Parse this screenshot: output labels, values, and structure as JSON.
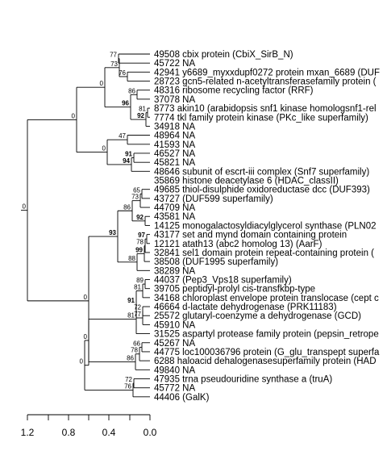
{
  "tree": {
    "scale_ticks": [
      "1.2",
      "0.8",
      "0.4",
      "0.0"
    ],
    "leaves": [
      {
        "id": "L1",
        "label": "49508 cbix protein (CbiX_SirB_N)"
      },
      {
        "id": "L2",
        "label": "45722 NA"
      },
      {
        "id": "L3",
        "label": "42941 y6689_myxxdupf0272 protein mxan_6689 (DUF"
      },
      {
        "id": "L4",
        "label": "28723 gcn5-related n-acetyltransferasefamily protein ("
      },
      {
        "id": "L5",
        "label": "48316 ribosome recycling factor (RRF)"
      },
      {
        "id": "L6",
        "label": "37078 NA"
      },
      {
        "id": "L7",
        "label": "8773 akin10 (arabidopsis snf1 kinase homologsnf1-rel"
      },
      {
        "id": "L8",
        "label": "7774 tkl family protein kinase (PKc_like superfamily)"
      },
      {
        "id": "L9",
        "label": "34918 NA"
      },
      {
        "id": "L10",
        "label": "48964 NA"
      },
      {
        "id": "L11",
        "label": "41593 NA"
      },
      {
        "id": "L12",
        "label": "46527 NA"
      },
      {
        "id": "L13",
        "label": "45821 NA"
      },
      {
        "id": "L14",
        "label": "48646 subunit of escrt-iii complex (Snf7 superfamily)"
      },
      {
        "id": "L15",
        "label": "35869 histone deacetylase 6 (HDAC_classII)"
      },
      {
        "id": "L16",
        "label": "49685 thiol-disulphide oxidoreductase dcc (DUF393)"
      },
      {
        "id": "L17",
        "label": "43727 (DUF599 superfamily)"
      },
      {
        "id": "L18",
        "label": "44709 NA"
      },
      {
        "id": "L19",
        "label": "43581 NA"
      },
      {
        "id": "L20",
        "label": "14125 monogalactosyldiacylglycerol synthase (PLN02"
      },
      {
        "id": "L21",
        "label": "43177 set and mynd domain containing protein"
      },
      {
        "id": "L22",
        "label": "12121 atath13 (abc2 homolog 13) (AarF)"
      },
      {
        "id": "L23",
        "label": "32841 sel1 domain protein repeat-containing protein ("
      },
      {
        "id": "L24",
        "label": "38508 (DUF1995 superfamily)"
      },
      {
        "id": "L25",
        "label": "38289 NA"
      },
      {
        "id": "L26",
        "label": "44037 (Pep3_Vps18 superfamily)"
      },
      {
        "id": "L27",
        "label": "39705 peptidyl-prolyl cis-transfkbp-type"
      },
      {
        "id": "L28",
        "label": "34168 chloroplast envelope protein translocase (cept c"
      },
      {
        "id": "L29",
        "label": "46664 d-lactate dehydrogenase (PRK11183)"
      },
      {
        "id": "L30",
        "label": "25572 glutaryl-coenzyme a dehydrogenase (GCD)"
      },
      {
        "id": "L31",
        "label": "45910 NA"
      },
      {
        "id": "L32",
        "label": "31525 aspartyl protease family protein (pepsin_retrope"
      },
      {
        "id": "L33",
        "label": "45267 NA"
      },
      {
        "id": "L34",
        "label": "44775 loc100036796 protein (G_glu_transpept superfa"
      },
      {
        "id": "L35",
        "label": "6288 haloacid dehalogenasesuperfamily protein (HAD"
      },
      {
        "id": "L36",
        "label": "49840 NA"
      },
      {
        "id": "L37",
        "label": "47935 trna pseudouridine synthase a (truA)"
      },
      {
        "id": "L38",
        "label": "45772 NA"
      },
      {
        "id": "L39",
        "label": "44406 (GalK)"
      }
    ],
    "clades": [
      {
        "id": "N1",
        "support": "77",
        "bold": false,
        "children": [
          "L1",
          "L2"
        ]
      },
      {
        "id": "N2",
        "support": "73",
        "bold": false,
        "children": [
          "N1",
          "N3"
        ]
      },
      {
        "id": "N3",
        "support": "76",
        "bold": false,
        "children": [
          "L3",
          "L4"
        ]
      },
      {
        "id": "N4",
        "support": "86",
        "bold": false,
        "children": [
          "L5",
          "L6"
        ]
      },
      {
        "id": "N5",
        "support": "81",
        "bold": false,
        "children": [
          "L7",
          "L8"
        ]
      },
      {
        "id": "N6",
        "support": "92",
        "bold": true,
        "children": [
          "N5",
          "L9"
        ]
      },
      {
        "id": "N7",
        "support": "96",
        "bold": true,
        "children": [
          "N4",
          "N6"
        ]
      },
      {
        "id": "N8",
        "support": "0",
        "bold": false,
        "children": [
          "N2",
          "N7"
        ]
      },
      {
        "id": "N9",
        "support": "47",
        "bold": false,
        "children": [
          "L10",
          "L11"
        ]
      },
      {
        "id": "N10",
        "support": "91",
        "bold": true,
        "children": [
          "L12",
          "L13"
        ]
      },
      {
        "id": "N11",
        "support": "94",
        "bold": true,
        "children": [
          "N10",
          "L14"
        ]
      },
      {
        "id": "N12",
        "support": "0",
        "bold": false,
        "children": [
          "N9",
          "N11"
        ]
      },
      {
        "id": "N13",
        "support": "0",
        "bold": false,
        "children": [
          "N8",
          "N12"
        ]
      },
      {
        "id": "N14",
        "support": "65",
        "bold": false,
        "children": [
          "L16",
          "L17"
        ]
      },
      {
        "id": "N15",
        "support": "73",
        "bold": false,
        "children": [
          "N14",
          "L18"
        ]
      },
      {
        "id": "N16",
        "support": "86",
        "bold": false,
        "children": [
          "N15",
          "N17"
        ]
      },
      {
        "id": "N17",
        "support": "92",
        "bold": true,
        "children": [
          "L19",
          "L20"
        ]
      },
      {
        "id": "N18",
        "support": "97",
        "bold": true,
        "children": [
          "L21",
          "L22"
        ]
      },
      {
        "id": "N19",
        "support": "78",
        "bold": false,
        "children": [
          "N18",
          "L23"
        ]
      },
      {
        "id": "N20",
        "support": "99",
        "bold": true,
        "children": [
          "N19",
          "L24"
        ]
      },
      {
        "id": "N21",
        "support": "88",
        "bold": false,
        "children": [
          "N20",
          "L25"
        ]
      },
      {
        "id": "N22",
        "support": "93",
        "bold": true,
        "children": [
          "N16",
          "N21"
        ]
      },
      {
        "id": "N23",
        "support": "89",
        "bold": false,
        "children": [
          "L26",
          "L27"
        ]
      },
      {
        "id": "N24",
        "support": "81",
        "bold": false,
        "children": [
          "N23",
          "L28"
        ]
      },
      {
        "id": "N25",
        "support": "72",
        "bold": false,
        "children": [
          "L29",
          "L30"
        ]
      },
      {
        "id": "N26",
        "support": "77",
        "bold": false,
        "children": [
          "N25",
          "L31"
        ]
      },
      {
        "id": "N27",
        "support": "91",
        "bold": true,
        "children": [
          "N24",
          "N26"
        ]
      },
      {
        "id": "N28",
        "support": "81",
        "bold": false,
        "children": [
          "N27",
          "L32"
        ]
      },
      {
        "id": "N29",
        "support": "66",
        "bold": false,
        "children": [
          "L33",
          "L34"
        ]
      },
      {
        "id": "N30",
        "support": "78",
        "bold": false,
        "children": [
          "N29",
          "L35"
        ]
      },
      {
        "id": "N31",
        "support": "86",
        "bold": false,
        "children": [
          "N30",
          "L36"
        ]
      },
      {
        "id": "N32",
        "support": "0",
        "bold": false,
        "children": [
          "N28",
          "N31"
        ]
      },
      {
        "id": "N33",
        "support": "72",
        "bold": false,
        "children": [
          "L37",
          "L38"
        ]
      },
      {
        "id": "N34",
        "support": "76",
        "bold": false,
        "children": [
          "N33",
          "L39"
        ]
      },
      {
        "id": "N35",
        "support": "0",
        "bold": false,
        "children": [
          "N32",
          "N34"
        ]
      },
      {
        "id": "N36",
        "support": "0",
        "bold": false,
        "children": [
          "N22",
          "N35"
        ]
      },
      {
        "id": "N37",
        "support": "0",
        "bold": false,
        "children": [
          "N13",
          "N36"
        ]
      }
    ]
  }
}
